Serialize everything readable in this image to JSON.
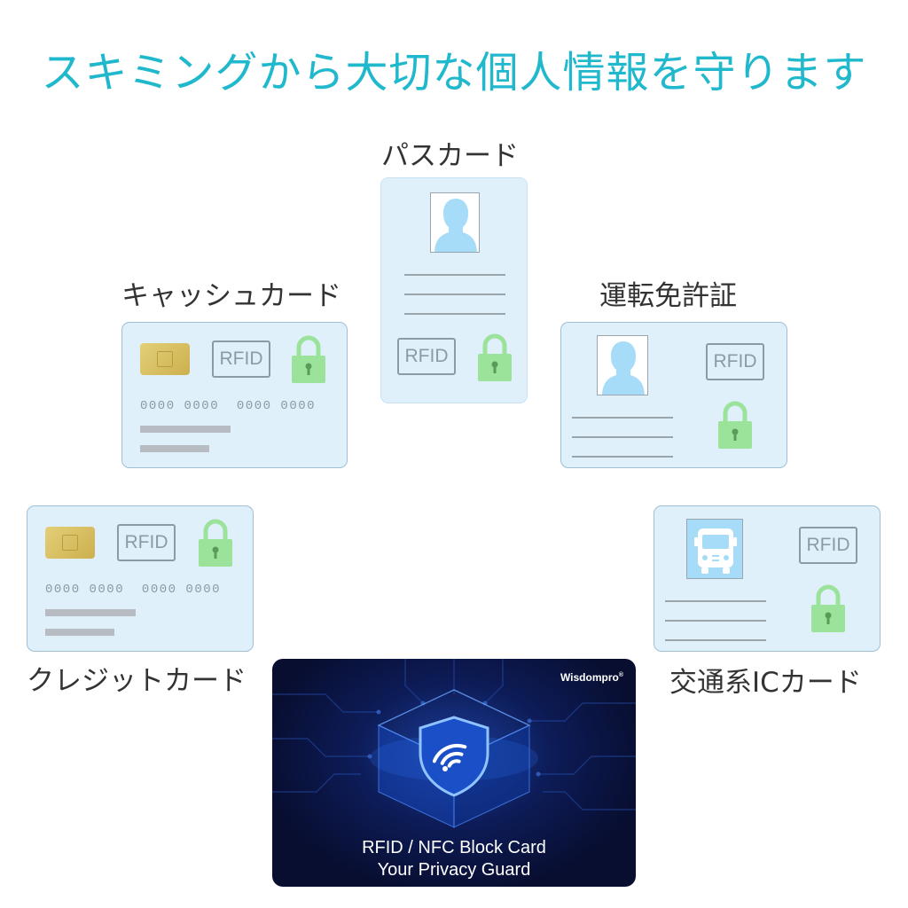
{
  "headline": "スキミングから大切な個人情報を守ります",
  "labels": {
    "pass": "パスカード",
    "cash": "キャッシュカード",
    "license": "運転免許証",
    "credit": "クレジットカード",
    "transit": "交通系ICカード"
  },
  "rfid_label": "RFID",
  "card_number": "0000 0000  0000 0000",
  "block_card": {
    "brand": "Wisdompro",
    "brand_mark": "®",
    "title": "RFID / NFC Block Card",
    "subtitle": "Your Privacy Guard"
  },
  "icons": {
    "lock": "lock-icon",
    "person": "person-silhouette-icon",
    "bus": "bus-icon",
    "wifi": "wifi-signal-icon",
    "shield": "shield-icon",
    "chip": "chip-icon"
  },
  "colors": {
    "headline": "#20b8cc",
    "card_fill": "#dff0fb",
    "lock": "#9be39b",
    "chip": "#d8c060",
    "block_card": "#0d1c58"
  }
}
